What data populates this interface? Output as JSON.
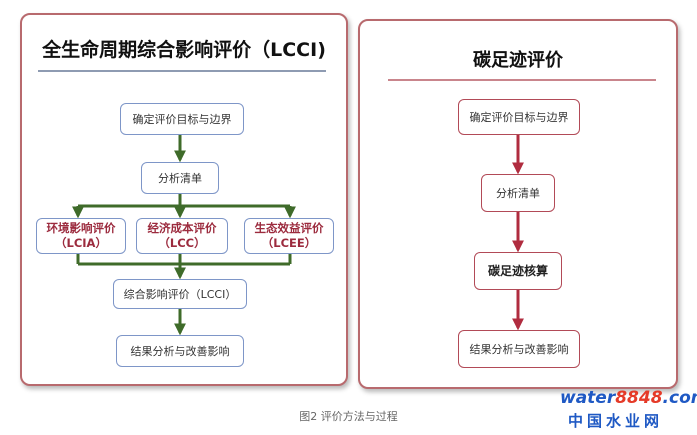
{
  "left_panel": {
    "title": "全生命周期综合影响评价（LCCI)",
    "steps": {
      "s1": "确定评价目标与边界",
      "s2": "分析清单",
      "s3a": "环境影响评价\n（LCIA）",
      "s3b": "经济成本评价\n（LCC）",
      "s3c": "生态效益评价\n（LCEE）",
      "s4": "综合影响评价（LCCI）",
      "s5": "结果分析与改善影响"
    }
  },
  "right_panel": {
    "title": "碳足迹评价",
    "steps": {
      "s1": "确定评价目标与边界",
      "s2": "分析清单",
      "s3": "碳足迹核算",
      "s4": "结果分析与改善影响"
    }
  },
  "caption": "图2  评价方法与过程",
  "watermark": {
    "brand_a": "water",
    "brand_b": "8848",
    "brand_c": ".com",
    "subtitle": "中国水业网"
  },
  "colors": {
    "panel_border": "#b86a6e",
    "left_arrow": "#3f6b2a",
    "right_arrow": "#b02c3f",
    "blue_box_border": "#7e96c8",
    "red_box_border": "#b24a57"
  }
}
